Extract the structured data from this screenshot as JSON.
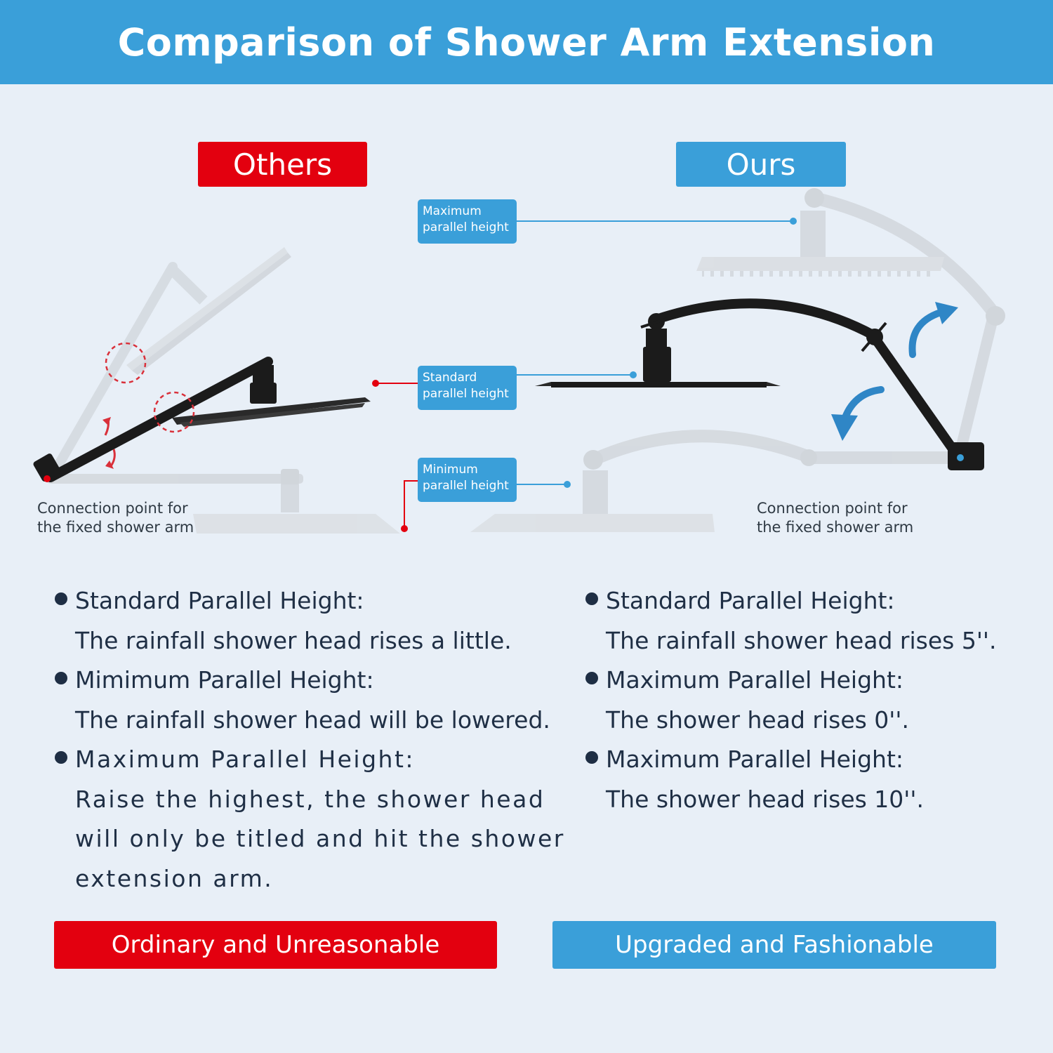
{
  "header": {
    "title": "Comparison of Shower Arm Extension"
  },
  "tags": {
    "others": "Others",
    "ours": "Ours"
  },
  "height_labels": {
    "maximum": [
      "Maximum",
      "parallel height"
    ],
    "standard": [
      "Standard",
      "parallel height"
    ],
    "minimum": [
      "Minimum",
      "parallel height"
    ]
  },
  "connection_note": [
    "Connection point for",
    "the fixed shower arm"
  ],
  "left_list": [
    {
      "heading": "Standard Parallel Height:",
      "lines": [
        "The rainfall shower head rises a little."
      ]
    },
    {
      "heading": "Mimimum Parallel Height:",
      "lines": [
        "The rainfall shower head will be lowered."
      ]
    },
    {
      "heading": "Maximum Parallel Height:",
      "lines": [
        "Raise the highest, the shower head will only be titled and hit the shower extension arm."
      ]
    }
  ],
  "right_list": [
    {
      "heading": "Standard Parallel Height:",
      "lines": [
        "The rainfall shower head rises 5''."
      ]
    },
    {
      "heading": "Maximum Parallel Height:",
      "lines": [
        "The shower head rises 0''."
      ]
    },
    {
      "heading": "Maximum Parallel Height:",
      "lines": [
        "The shower head rises 10''."
      ]
    }
  ],
  "footer": {
    "left": "Ordinary and Unreasonable",
    "right": "Upgraded and Fashionable"
  },
  "colors": {
    "accent_blue": "#3a9fd9",
    "accent_red": "#e3000f",
    "background": "#e8eff7",
    "text_dark": "#1f2f45",
    "fixture_black": "#1b1b1b",
    "fixture_ghost": "#c9cdd1"
  },
  "icons": [
    "rotate-up-arrow-icon",
    "rotate-down-arrow-icon",
    "pivot-highlight-circle-icon"
  ]
}
